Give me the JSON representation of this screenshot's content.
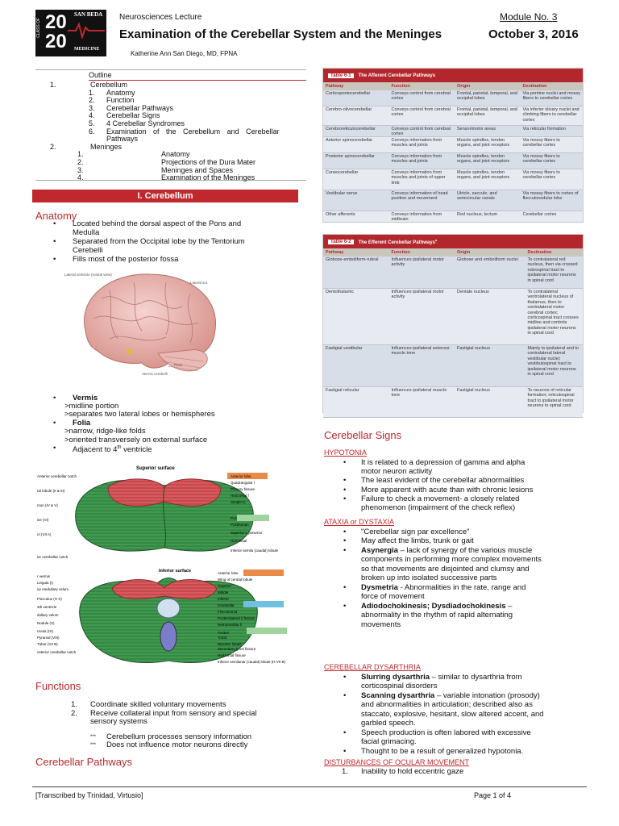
{
  "header": {
    "logo_class": "CLASS OF",
    "logo_year_top": "20",
    "logo_year_bottom": "20",
    "logo_school_top": "SAN BEDA",
    "logo_school_bottom": "MEDICINE",
    "course": "Neurosciences Lecture",
    "title": "Examination of the Cerebellar System and the Meninges",
    "author": "Katherine Ann San Diego, MD, FPNA",
    "module": "Module No. 3",
    "date": "October 3, 2016"
  },
  "outline": {
    "title": "Outline",
    "items": [
      {
        "num": "1.",
        "label": "Cerebellum"
      },
      {
        "num": "1.",
        "label": "Anatomy"
      },
      {
        "num": "2.",
        "label": "Function"
      },
      {
        "num": "3.",
        "label": "Cerebellar Pathways"
      },
      {
        "num": "4.",
        "label": "Cerebellar Signs"
      },
      {
        "num": "5.",
        "label": "4 Cerebellar Syndromes"
      },
      {
        "num": "6.",
        "label": "Examination of the Cerebellum and Cerebellar"
      },
      {
        "num": "",
        "label": "Pathways"
      },
      {
        "num": "2.",
        "label": "Meninges"
      },
      {
        "num": "1.",
        "label": "Anatomy"
      },
      {
        "num": "2.",
        "label": "Projections of the Dura Mater"
      },
      {
        "num": "3.",
        "label": "Meninges and Spaces"
      },
      {
        "num": "4.",
        "label": "Examination of the Meninges"
      }
    ]
  },
  "section1": {
    "band": "I. Cerebellum",
    "anatomy": "Anatomy",
    "bullets": [
      "Located behind the dorsal aspect of the Pons and",
      "Medulla",
      "Separated from the Occipital lobe by the Tentorium",
      "Cerebelli",
      "Fills most of the posterior fossa"
    ],
    "brain_labels": [
      "Lateral ventricle (rostral view)",
      "Lateral sul.",
      "Pons",
      "Vermis cerebelli"
    ],
    "vermis": "Vermis",
    "vermis_1": ">midline portion",
    "vermis_2": ">separates two lateral lobes or hemispheres",
    "folia": "Folia",
    "folia_1": ">narrow, ridge-like folds",
    "folia_2": ">oriented transversely on external surface",
    "adjacent": "Adjacent to 4",
    "adjacent_sup": "th",
    "adjacent_end": " ventricle"
  },
  "diagram": {
    "superior": "Superior surface",
    "inferior": "Inferior surface",
    "left_top": [
      "Anterior cerebellar notch",
      "ral lobule (II & III)",
      "mon (IV & V)",
      "ive (VI)",
      "m (VII A)",
      "ior cerebellar notch"
    ],
    "right_top": [
      "Anterior lobe",
      "Quadrangular l",
      "Primary fissure",
      "Horizontal f",
      "Simple lo",
      "Pos",
      "Posthuman",
      "Superior s (anserior",
      "Horizontal",
      "Inferior semilu (caudal) lobule"
    ],
    "left_bot": [
      "r vermis",
      "Lingula (I)",
      "ior medullary velum",
      "Flocculus (H X)",
      "4th ventricle",
      "dullary velum",
      "Nodule (X)",
      "Uvula (IX)",
      "Pyramid (VIII)",
      "Tuber (VII B)",
      "osterior cerebellar notch"
    ],
    "right_bot": [
      "Anterior lobe",
      "Wing of central lobule",
      "Superior",
      "Middle",
      "Inferior",
      "Cerebellar",
      "Flocculonod",
      "Posterolateral (l fissure",
      "Retrotonsillar fi",
      "Posteri",
      "Tonsil",
      "Biventer lobule",
      "Secondary (post fissure",
      "Horizontal fissure",
      "Inferior semilunar (caudal) lobule (H VII B)"
    ]
  },
  "functions": {
    "heading": "Functions",
    "items": [
      "Coordinate skilled voluntary movements",
      "Receive collateral input from sensory and special",
      "sensory systems"
    ],
    "notes": [
      "Cerebellum processes sensory information",
      "Does not influence motor neurons directly"
    ],
    "note_marker": "***"
  },
  "pathways_heading": "Cerebellar Pathways",
  "table1": {
    "tag": "Table 6-1",
    "title": "The Afferent Cerebellar Pathways",
    "cols": [
      "Pathway",
      "Function",
      "Origin",
      "Destination"
    ],
    "rows": [
      [
        "Corticopontocerebellar",
        "Conveys control from cerebral cortex",
        "Frontal, parietal, temporal, and occipital lobes",
        "Via pontine nuclei and mossy fibers to cerebellar cortex"
      ],
      [
        "Cerebro-olivocerebellar",
        "Conveys control from cerebral cortex",
        "Frontal, parietal, temporal, and occipital lobes",
        "Via inferior olivary nuclei and climbing fibers to cerebellar cortex"
      ],
      [
        "Cerebroreticulocerebellar",
        "Conveys control from cerebral cortex",
        "Sensorimotor areas",
        "Via reticular formation"
      ],
      [
        "Anterior spinocerebellar",
        "Conveys information from muscles and joints",
        "Muscle spindles, tendon organs, and joint receptors",
        "Via mossy fibers to cerebellar cortex"
      ],
      [
        "Posterior spinocerebellar",
        "Conveys information from muscles and joints",
        "Muscle spindles, tendon organs, and joint receptors",
        "Via mossy fibers to cerebellar cortex"
      ],
      [
        "Cuneocerebellar",
        "Conveys information from muscles and joints of upper limb",
        "Muscle spindles, tendon organs, and joint receptors",
        "Via mossy fibers to cerebellar cortex"
      ],
      [
        "Vestibular nerve",
        "Conveys information of head position and movement",
        "Utricle, saccule, and semicircular canals",
        "Via mossy fibers to cortex of flocculonodular lobe"
      ],
      [
        "Other afferents",
        "Conveys information from midbrain",
        "Red nucleus, tectum",
        "Cerebellar cortex"
      ]
    ]
  },
  "table2": {
    "tag": "Table 6-2",
    "title": "The Efferent Cerebellar Pathways",
    "title_suffix": "a",
    "cols": [
      "Pathway",
      "Function",
      "Origin",
      "Destination"
    ],
    "rows": [
      [
        "Globose-emboliform-rubral",
        "Influences ipsilateral motor activity",
        "Globose and emboliform nuclei",
        "To contralateral red nucleus, then via crossed rubrospinal tract to ipsilateral motor neurons in spinal cord"
      ],
      [
        "Dentothalamic",
        "Influences ipsilateral motor activity",
        "Dentate nucleus",
        "To contralateral ventrolateral nucleus of thalamus, then to contralateral motor cerebral cortex; corticospinal tract crosses midline and controls ipsilateral motor neurons in spinal cord"
      ],
      [
        "Fastigial vestibular",
        "Influences ipsilateral extensor muscle tone",
        "Fastigial nucleus",
        "Mainly to ipsilateral and to contralateral lateral vestibular nuclei; vestibulospinal tract to ipsilateral motor neurons in spinal cord"
      ],
      [
        "Fastigial reticular",
        "Influences ipsilateral muscle tone",
        "Fastigial nucleus",
        "To neurons of reticular formation; reticulospinal tract to ipsilateral motor neurons to spinal cord"
      ]
    ]
  },
  "signs": {
    "heading": "Cerebellar Signs",
    "hypotonia": "HYPOTONIA",
    "hyp_items": [
      "It is related to a depression of gamma and alpha",
      "motor neuron activity",
      "The least evident of the cerebellar abnormalities",
      "More apparent with acute than with chronic lesions",
      "Failure to check a movement- a closely related",
      "phenomenon (impairment of the check reflex)"
    ],
    "ataxia": "ATAXIA or DYSTAXIA",
    "atx_1": "\"Cerebellar sign par excellence\"",
    "atx_2": "May affect the limbs, trunk or gait",
    "asyn_b": "Asynergia",
    "asyn_t": " – lack of synergy of the various muscle",
    "asyn_2": "components in performing more complex movements",
    "asyn_3": "so that movements are disjointed and clumsy and",
    "asyn_4": "broken up into isolated successive parts",
    "dysm_b": "Dysmetria",
    "dysm_t": " - Abnormalities in the rate, range and",
    "dysm_2": "force of movement",
    "adi_b": "Adiodochokinesis; Dysdiadochokinesis",
    "adi_t": " –",
    "adi_2": "abnormality in the rhythm of rapid alternating",
    "adi_3": "movements",
    "dysarthria": "CEREBELLAR DYSARTHRIA",
    "slur_b": "Slurring dysarthria",
    "slur_t": " – similar to dysarthria from",
    "slur_2": "corticospinal disorders",
    "scan_b": "Scanning dysarthria",
    "scan_t": " – variable intonation (prosody)",
    "scan_2": "and abnormalities in articulation; described also as",
    "scan_3": "staccato, explosive, hesitant, slow altered accent, and",
    "scan_4": "garbled speech.",
    "sp_1": "Speech production is often labored with excessive",
    "sp_2": "facial grimacing.",
    "th_1": "Thought to be a result of generalized hypotonia.",
    "ocular": "DISTURBANCES OF OCULAR MOVEMENT",
    "oc_num": "1.",
    "oc_1": "Inability to hold eccentric gaze"
  },
  "footer": {
    "left": "[Transcribed by Trinidad, Virtusio]",
    "right": "Page 1 of 4"
  },
  "colors": {
    "accent": "#c0282d",
    "table_header": "#b3262c"
  }
}
